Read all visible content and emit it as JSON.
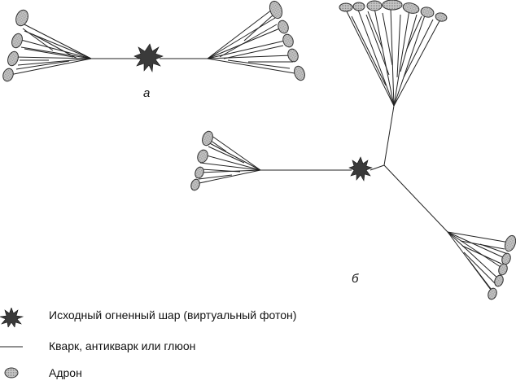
{
  "labels": {
    "a": "а",
    "b": "б"
  },
  "legend": [
    {
      "symbol": "star-icon",
      "text": "Исходный огненный шар (виртуальный фотон)"
    },
    {
      "symbol": "line-icon",
      "text": "Кварк, антикварк или глюон"
    },
    {
      "symbol": "ellipse-icon",
      "text": "Адрон"
    }
  ],
  "colors": {
    "line": "#222222",
    "star": "#3a3a3a",
    "hadron_fill": "#b9b9b9",
    "hadron_stroke": "#333333"
  }
}
